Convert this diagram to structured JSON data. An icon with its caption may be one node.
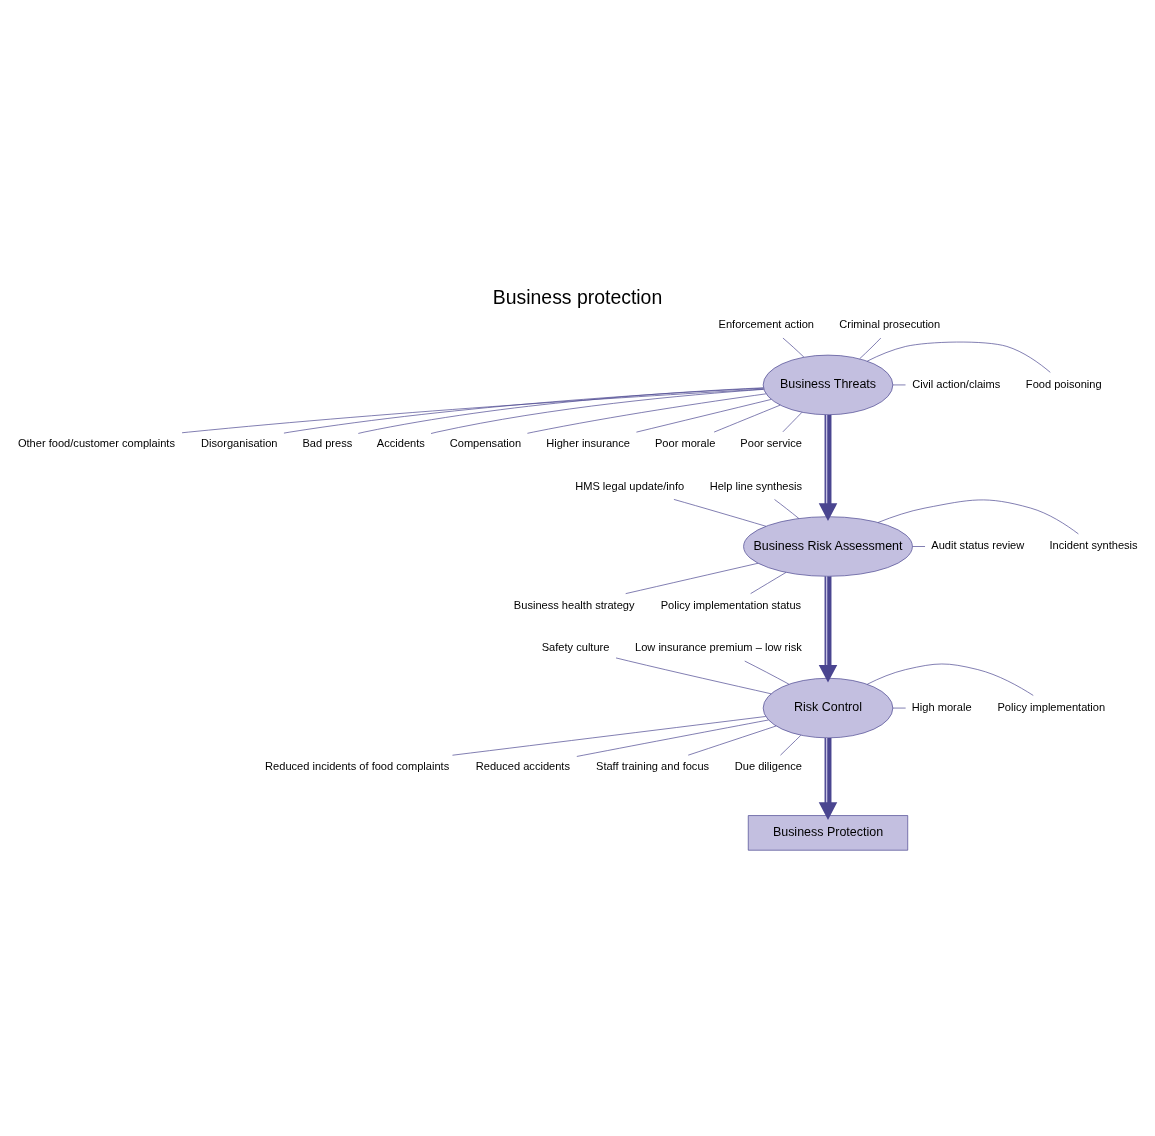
{
  "diagram": {
    "title": "Business protection",
    "nodes": [
      {
        "text": [
          "Business Threats"
        ]
      },
      {
        "text": [
          "Enforcement action"
        ]
      },
      {
        "text": [
          "Food poisoning"
        ]
      },
      {
        "text": [
          "Other food/customer complaints"
        ]
      },
      {
        "text": [
          "Disorganisation"
        ]
      },
      {
        "text": [
          "Bad press"
        ]
      },
      {
        "text": [
          "Criminal prosecution"
        ]
      },
      {
        "text": [
          "Civil action/claims"
        ]
      },
      {
        "text": [
          "Accidents"
        ]
      },
      {
        "text": [
          "Compensation"
        ]
      },
      {
        "text": [
          "Higher insurance"
        ]
      },
      {
        "text": [
          "Poor morale"
        ]
      },
      {
        "text": [
          "Poor service"
        ]
      },
      {
        "text": [
          "Business Risk Assessment"
        ]
      },
      {
        "text": [
          "HMS legal update/info"
        ]
      },
      {
        "text": [
          "Incident synthesis"
        ]
      },
      {
        "text": [
          "Business health strategy"
        ]
      },
      {
        "text": [
          "Help line synthesis"
        ]
      },
      {
        "text": [
          "Audit status review"
        ]
      },
      {
        "text": [
          "Policy implementation status"
        ]
      },
      {
        "text": [
          "Risk Control"
        ]
      },
      {
        "text": [
          "Policy implementation"
        ]
      },
      {
        "text": [
          "Reduced incidents of food complaints"
        ]
      },
      {
        "text": [
          "Reduced accidents"
        ]
      },
      {
        "text": [
          "Safety culture"
        ]
      },
      {
        "text": [
          "Low insurance premium – low risk"
        ]
      },
      {
        "text": [
          "High morale"
        ]
      },
      {
        "text": [
          "Staff training and focus"
        ]
      },
      {
        "text": [
          "Due diligence"
        ]
      },
      {
        "text": [
          "Business Protection"
        ]
      }
    ],
    "edges": [
      {
        "from": 0,
        "to": 1,
        "arrow": "none"
      },
      {
        "from": 0,
        "to": 2,
        "arrow": "none"
      },
      {
        "from": 0,
        "to": 3,
        "arrow": "none"
      },
      {
        "from": 0,
        "to": 4,
        "arrow": "none"
      },
      {
        "from": 0,
        "to": 5,
        "arrow": "none"
      },
      {
        "from": 0,
        "to": 6,
        "arrow": "none"
      },
      {
        "from": 0,
        "to": 7,
        "arrow": "none"
      },
      {
        "from": 0,
        "to": 8,
        "arrow": "none"
      },
      {
        "from": 0,
        "to": 9,
        "arrow": "none"
      },
      {
        "from": 0,
        "to": 10,
        "arrow": "none"
      },
      {
        "from": 0,
        "to": 11,
        "arrow": "none"
      },
      {
        "from": 0,
        "to": 12,
        "arrow": "none"
      },
      {
        "from": 0,
        "to": 13,
        "arrow": "to",
        "style": "thick"
      },
      {
        "from": 13,
        "to": 14,
        "arrow": "none"
      },
      {
        "from": 13,
        "to": 15,
        "arrow": "none"
      },
      {
        "from": 13,
        "to": 16,
        "arrow": "none"
      },
      {
        "from": 13,
        "to": 17,
        "arrow": "none"
      },
      {
        "from": 13,
        "to": 18,
        "arrow": "none"
      },
      {
        "from": 13,
        "to": 19,
        "arrow": "none"
      },
      {
        "from": 13,
        "to": 20,
        "arrow": "to",
        "style": "thick"
      },
      {
        "from": 20,
        "to": 21,
        "arrow": "none"
      },
      {
        "from": 20,
        "to": 22,
        "arrow": "none"
      },
      {
        "from": 20,
        "to": 23,
        "arrow": "none"
      },
      {
        "from": 20,
        "to": 24,
        "arrow": "none"
      },
      {
        "from": 20,
        "to": 25,
        "arrow": "none"
      },
      {
        "from": 20,
        "to": 26,
        "arrow": "none"
      },
      {
        "from": 20,
        "to": 27,
        "arrow": "none"
      },
      {
        "from": 20,
        "to": 28,
        "arrow": "none"
      },
      {
        "from": 20,
        "to": 29,
        "arrow": "to",
        "style": "thick"
      }
    ]
  }
}
